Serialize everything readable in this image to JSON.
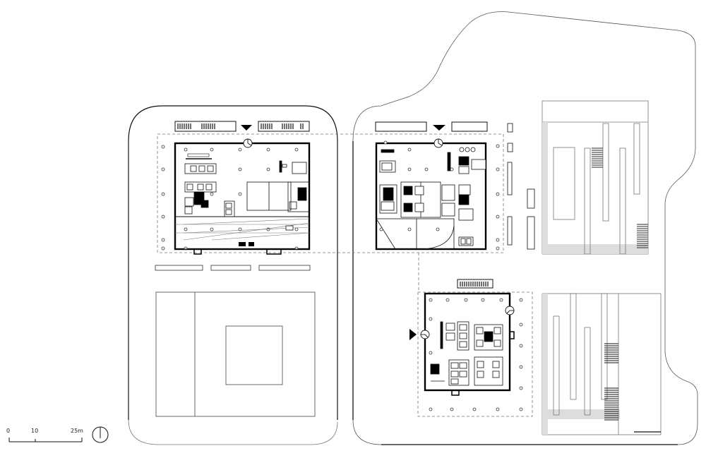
{
  "scale_bar": {
    "tick_0": "0",
    "tick_10": "10",
    "tick_25": "25m"
  },
  "icons": {
    "north_arrow": "north-arrow-icon",
    "entrance_markers": "entrance-triangle-icon",
    "door_swing": "door-swing-icon"
  },
  "colors": {
    "line": "#111111",
    "thin_line": "#555555",
    "wall": "#000000",
    "shade": "#dddddd",
    "paper": "#ffffff"
  }
}
